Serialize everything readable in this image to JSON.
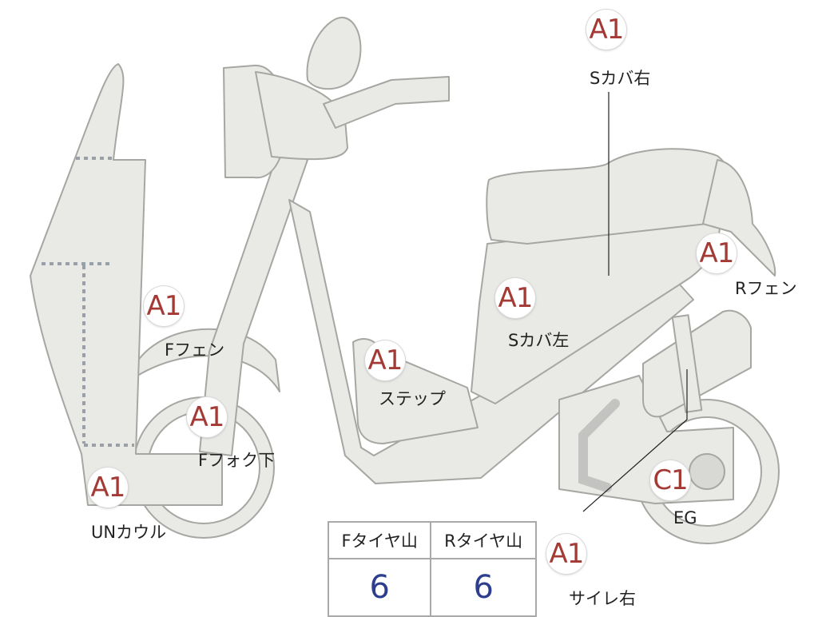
{
  "parts": [
    {
      "id": "s-cover-right",
      "grade": "A1",
      "name": "Sカバ右"
    },
    {
      "id": "r-fender",
      "grade": "A1",
      "name": "Rフェン"
    },
    {
      "id": "f-fender",
      "grade": "A1",
      "name": "Fフェン"
    },
    {
      "id": "s-cover-left",
      "grade": "A1",
      "name": "Sカバ左"
    },
    {
      "id": "step",
      "grade": "A1",
      "name": "ステップ"
    },
    {
      "id": "f-fork-lower",
      "grade": "A1",
      "name": "Fフォク下"
    },
    {
      "id": "un-cowl",
      "grade": "A1",
      "name": "UNカウル"
    },
    {
      "id": "engine",
      "grade": "C1",
      "name": "EG"
    },
    {
      "id": "muffler-right",
      "grade": "A1",
      "name": "サイレ右"
    }
  ],
  "tire_table": {
    "headers": [
      "Fタイヤ山",
      "Rタイヤ山"
    ],
    "values": [
      "6",
      "6"
    ]
  },
  "colors": {
    "body_fill": "#e9e9e5",
    "body_stroke": "#a6a6a2",
    "grade_text": "#a33a35",
    "value_text": "#2e3e8f"
  }
}
